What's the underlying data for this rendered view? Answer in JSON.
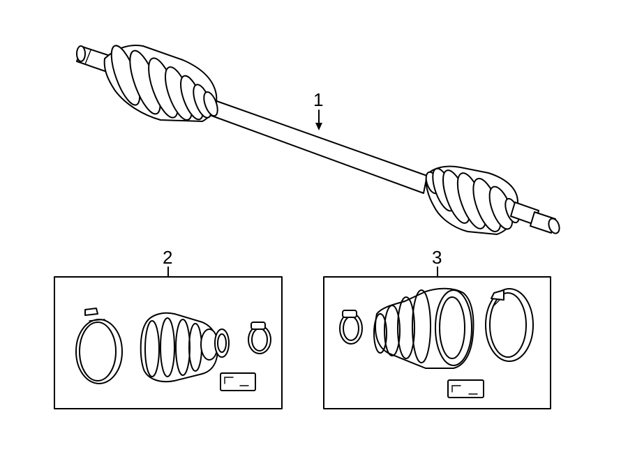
{
  "callouts": {
    "axle": "1",
    "inner_boot_kit": "2",
    "outer_boot_kit": "3"
  }
}
